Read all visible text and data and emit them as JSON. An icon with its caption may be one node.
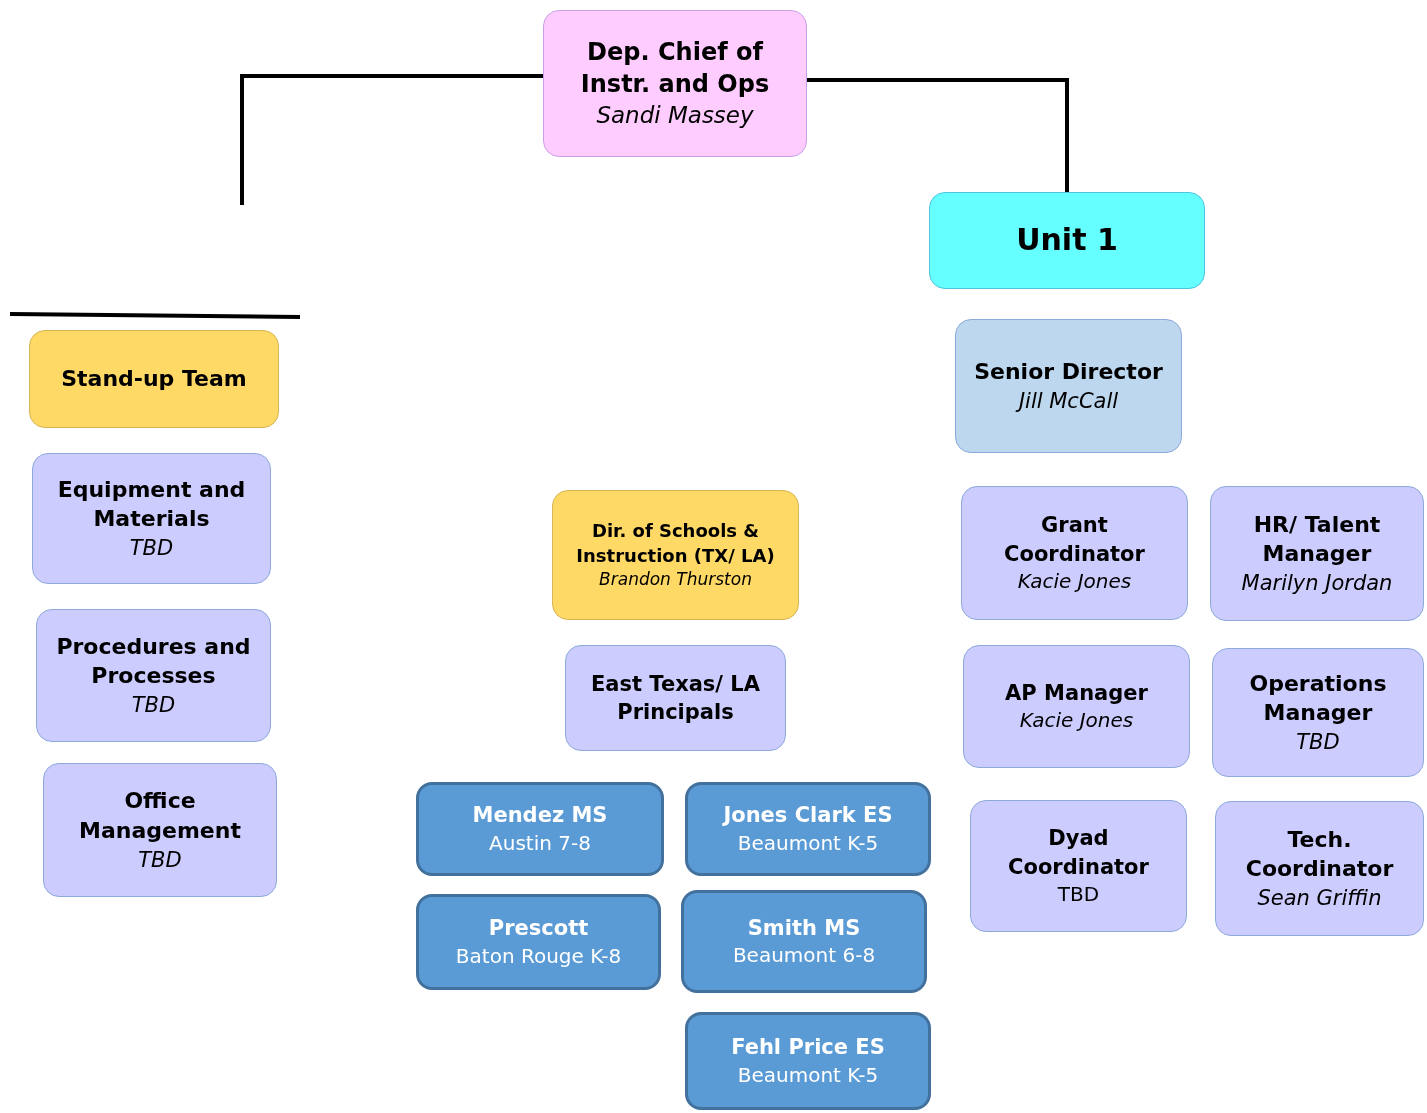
{
  "diagram": {
    "nodes": [
      {
        "text": [
          "Dep. Chief of Instr. and Ops",
          "Sandi Massey"
        ]
      },
      {
        "text": [
          "Unit 1"
        ]
      },
      {
        "text": [
          "Senior Director",
          "Jill McCall"
        ]
      },
      {
        "text": [
          "Grant Coordinator",
          "Kacie Jones"
        ]
      },
      {
        "text": [
          "HR/ Talent Manager",
          "Marilyn Jordan"
        ]
      },
      {
        "text": [
          "AP Manager",
          "Kacie Jones"
        ]
      },
      {
        "text": [
          "Operations Manager",
          "TBD"
        ]
      },
      {
        "text": [
          "Dyad Coordinator",
          "TBD"
        ]
      },
      {
        "text": [
          "Tech. Coordinator",
          "Sean Griffin"
        ]
      },
      {
        "text": [
          "Stand-up Team"
        ]
      },
      {
        "text": [
          "Equipment and Materials",
          "TBD"
        ]
      },
      {
        "text": [
          "Procedures and Processes",
          "TBD"
        ]
      },
      {
        "text": [
          "Office Management",
          "TBD"
        ]
      },
      {
        "text": [
          "Dir. of Schools & Instruction (TX/ LA)",
          "Brandon Thurston"
        ]
      },
      {
        "text": [
          "East Texas/ LA Principals"
        ]
      },
      {
        "text": [
          "Mendez MS",
          "Austin 7-8"
        ]
      },
      {
        "text": [
          "Jones Clark ES",
          "Beaumont K-5"
        ]
      },
      {
        "text": [
          "Prescott",
          "Baton Rouge K-8"
        ]
      },
      {
        "text": [
          "Smith MS",
          "Beaumont 6-8"
        ]
      },
      {
        "text": [
          "Fehl Price ES",
          "Beaumont K-5"
        ]
      }
    ],
    "edges": [
      {
        "from": 0,
        "to": null,
        "arrow": "none"
      },
      {
        "from": 0,
        "to": 1,
        "arrow": "none"
      }
    ]
  }
}
